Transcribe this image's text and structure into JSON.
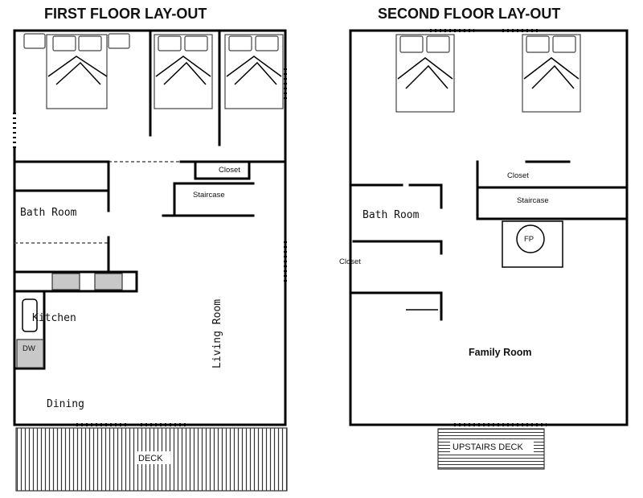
{
  "first_floor": {
    "title": "FIRST FLOOR LAY-OUT",
    "labels": {
      "closet": "Closet",
      "staircase": "Staircase",
      "bath_room": "Bath Room",
      "kitchen": "Kitchen",
      "dw": "DW",
      "living_room": "Living Room",
      "dining": "Dining",
      "deck": "DECK"
    }
  },
  "second_floor": {
    "title": "SECOND FLOOR LAY-OUT",
    "labels": {
      "closet_upper": "Closet",
      "staircase": "Staircase",
      "bath_room": "Bath Room",
      "fp": "FP",
      "closet_lower": "Closet",
      "family_room": "Family Room",
      "upstairs_deck": "UPSTAIRS DECK"
    }
  }
}
